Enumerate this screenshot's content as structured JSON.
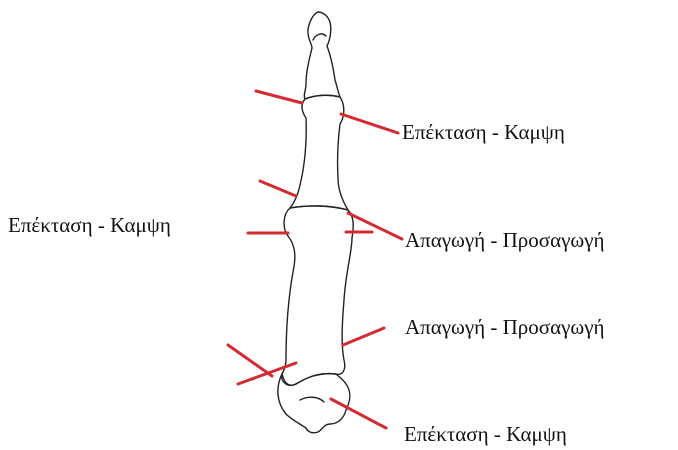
{
  "labels": {
    "distal_joint": "Επέκταση - Καμψη",
    "left_joint": "Επέκταση - Καμψη",
    "mid_joint": "Απαγωγή - Προσαγωγή",
    "lower_joint": "Απαγωγή - Προσαγωγή",
    "base_joint": "Επέκταση - Καμψη"
  },
  "colors": {
    "axis_line": "#d42a32",
    "bone_outline": "#222222",
    "background": "#ffffff"
  }
}
